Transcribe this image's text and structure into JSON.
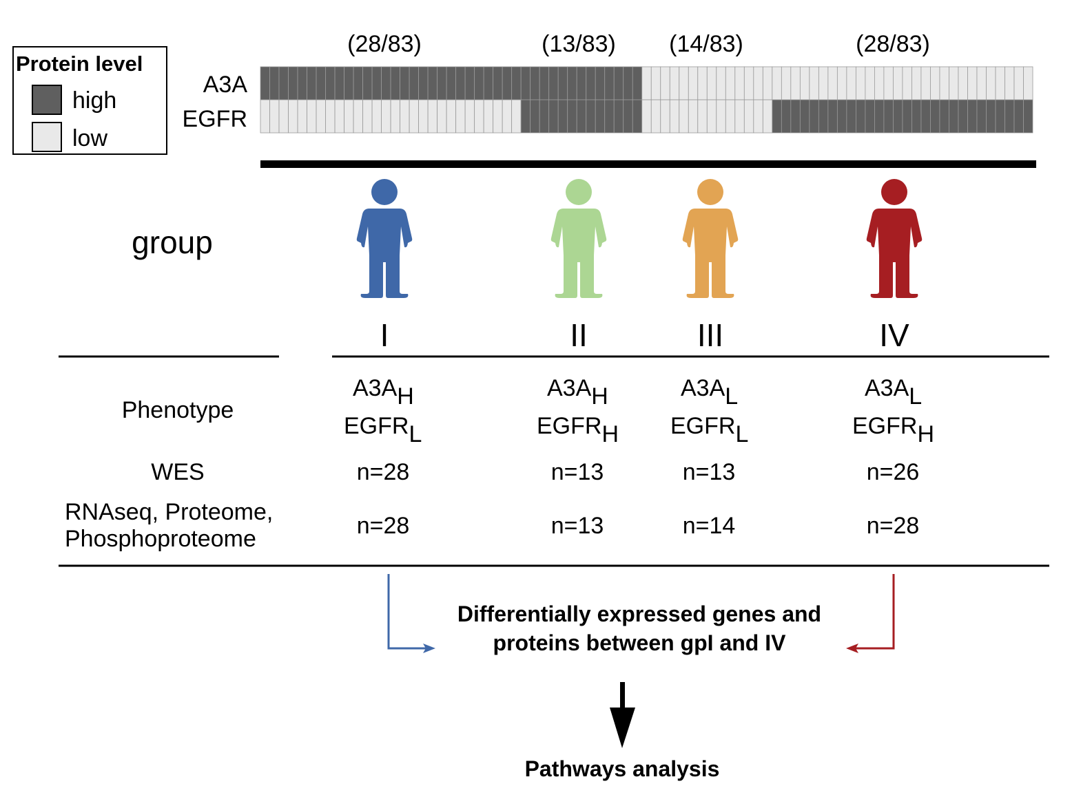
{
  "legend": {
    "title": "Protein level",
    "items": [
      {
        "label": "high",
        "color": "#5f5f5f"
      },
      {
        "label": "low",
        "color": "#e9e9e9"
      }
    ]
  },
  "heatmap": {
    "rows": [
      "A3A",
      "EGFR"
    ],
    "total": 83,
    "colors": {
      "high": "#5f5f5f",
      "low": "#e9e9e9"
    },
    "groups": [
      {
        "id": "I",
        "count_label": "(28/83)",
        "n": 28,
        "A3A": "high",
        "EGFR": "low"
      },
      {
        "id": "II",
        "count_label": "(13/83)",
        "n": 13,
        "A3A": "high",
        "EGFR": "high"
      },
      {
        "id": "III",
        "count_label": "(14/83)",
        "n": 14,
        "A3A": "low",
        "EGFR": "low"
      },
      {
        "id": "IV",
        "count_label": "(28/83)",
        "n": 28,
        "A3A": "low",
        "EGFR": "high"
      }
    ]
  },
  "group_label": "group",
  "figures": [
    {
      "group": "I",
      "color": "#3f68a8"
    },
    {
      "group": "II",
      "color": "#acd693"
    },
    {
      "group": "III",
      "color": "#e2a453"
    },
    {
      "group": "IV",
      "color": "#a61e22"
    }
  ],
  "table": {
    "row_labels": {
      "phenotype": "Phenotype",
      "wes": "WES",
      "multi": [
        "RNAseq, Proteome,",
        "Phosphoproteome"
      ]
    },
    "columns": [
      {
        "numeral": "I",
        "a3a_base": "A3A",
        "a3a_sub": "H",
        "egfr_base": "EGFR",
        "egfr_sub": "L",
        "wes": "n=28",
        "multi": "n=28"
      },
      {
        "numeral": "II",
        "a3a_base": "A3A",
        "a3a_sub": "H",
        "egfr_base": "EGFR",
        "egfr_sub": "H",
        "wes": "n=13",
        "multi": "n=13"
      },
      {
        "numeral": "III",
        "a3a_base": "A3A",
        "a3a_sub": "L",
        "egfr_base": "EGFR",
        "egfr_sub": "L",
        "wes": "n=13",
        "multi": "n=14"
      },
      {
        "numeral": "IV",
        "a3a_base": "A3A",
        "a3a_sub": "L",
        "egfr_base": "EGFR",
        "egfr_sub": "H",
        "wes": "n=26",
        "multi": "n=28"
      }
    ]
  },
  "flow": {
    "de_text": [
      "Differentially expressed genes and",
      "proteins between gpI and IV"
    ],
    "pathways": "Pathways analysis",
    "left_arrow_color": "#3f68a8",
    "right_arrow_color": "#a61e22"
  }
}
